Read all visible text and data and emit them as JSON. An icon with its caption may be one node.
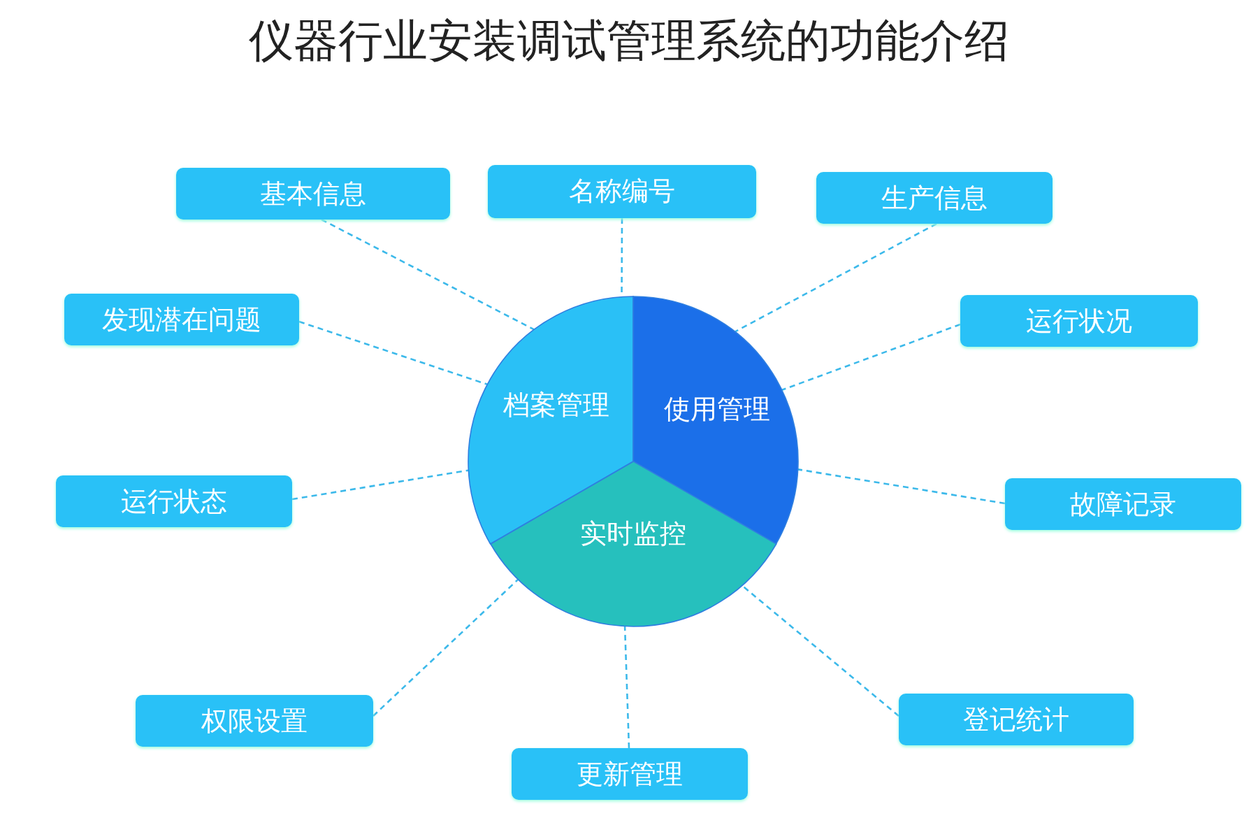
{
  "diagram": {
    "title": "仪器行业安装调试管理系统的功能介绍",
    "nodes": [
      {
        "text": [
          "档案管理"
        ]
      },
      {
        "text": [
          "使用管理"
        ]
      },
      {
        "text": [
          "实时监控"
        ]
      },
      {
        "text": [
          "基本信息"
        ]
      },
      {
        "text": [
          "名称编号"
        ]
      },
      {
        "text": [
          "生产信息"
        ]
      },
      {
        "text": [
          "发现潜在问题"
        ]
      },
      {
        "text": [
          "运行状况"
        ]
      },
      {
        "text": [
          "运行状态"
        ]
      },
      {
        "text": [
          "故障记录"
        ]
      },
      {
        "text": [
          "权限设置"
        ]
      },
      {
        "text": [
          "更新管理"
        ]
      },
      {
        "text": [
          "登记统计"
        ]
      }
    ],
    "edges": [
      {
        "from": 3,
        "to": 0,
        "arrow": "none",
        "style": "dashed"
      },
      {
        "from": 4,
        "to": 0,
        "arrow": "none",
        "style": "dashed"
      },
      {
        "from": 5,
        "to": 1,
        "arrow": "none",
        "style": "dashed"
      },
      {
        "from": 6,
        "to": 0,
        "arrow": "none",
        "style": "dashed"
      },
      {
        "from": 7,
        "to": 1,
        "arrow": "none",
        "style": "dashed"
      },
      {
        "from": 8,
        "to": 0,
        "arrow": "none",
        "style": "dashed"
      },
      {
        "from": 9,
        "to": 1,
        "arrow": "none",
        "style": "dashed"
      },
      {
        "from": 10,
        "to": 2,
        "arrow": "none",
        "style": "dashed"
      },
      {
        "from": 11,
        "to": 2,
        "arrow": "none",
        "style": "dashed"
      },
      {
        "from": 12,
        "to": 2,
        "arrow": "none",
        "style": "dashed"
      }
    ]
  }
}
